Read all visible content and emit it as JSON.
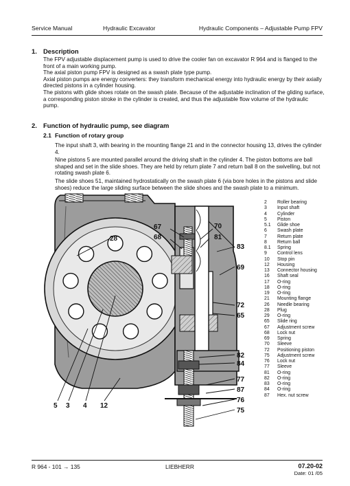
{
  "header": {
    "left": "Service Manual",
    "center": "Hydraulic Excavator",
    "right": "Hydraulic Components – Adjustable Pump FPV"
  },
  "section1": {
    "number": "1.",
    "title": "Description",
    "paragraphs": [
      "The FPV adjustable displacement pump is used to drive the cooler fan on excavator R 964 and is flanged to the front of a main working pump.",
      "The axial piston pump FPV is designed as a swash plate type pump.",
      "Axial piston pumps are energy converters: they transform mechanical energy into hydraulic energy by their axially directed pistons in a cylinder housing.",
      "The pistons with glide shoes rotate on the swash plate. Because of the adjustable inclination of the gliding surface, a corresponding piston stroke in the cylinder is created, and thus the adjustable flow volume of the hydraulic pump."
    ]
  },
  "section2": {
    "number": "2.",
    "title": "Function of hydraulic pump, see diagram",
    "sub": {
      "number": "2.1",
      "title": "Function of rotary group",
      "paragraphs": [
        "The input shaft 3, with bearing in the mounting flange 21 and in the connector housing 13, drives the cylinder 4.",
        "Nine pistons 5 are mounted parallel around the driving shaft in the cylinder 4. The piston bottoms are ball shaped and set in the slide shoes. They are held by return plate 7 and return ball 8 on the swivelling, but not rotating swash plate 6.",
        "The slide shoes 51, maintained hydrostatically on the swash plate 6 (via bore holes in the pistons and slide shoes) reduce the large sliding surface between the slide shoes and the swash plate to a minimum."
      ]
    }
  },
  "diagram_labels": {
    "l67": "67",
    "l70": "70",
    "l68": "68",
    "l81": "81",
    "l28": "28",
    "l83": "83",
    "l69": "69",
    "l72": "72",
    "l65": "65",
    "l82": "82",
    "l84": "84",
    "l77": "77",
    "l87": "87",
    "l76": "76",
    "l75": "75",
    "l5": "5",
    "l3": "3",
    "l4": "4",
    "l12": "12"
  },
  "legend": [
    {
      "num": "2",
      "name": "Roller bearing"
    },
    {
      "num": "3",
      "name": "Input shaft"
    },
    {
      "num": "4",
      "name": "Cylinder"
    },
    {
      "num": "5",
      "name": "Piston"
    },
    {
      "num": "5.1",
      "name": "Glide shoe"
    },
    {
      "num": "6",
      "name": "Swash plate"
    },
    {
      "num": "7",
      "name": "Return plate"
    },
    {
      "num": "8",
      "name": "Return ball"
    },
    {
      "num": "8.1",
      "name": "Spring"
    },
    {
      "num": "9",
      "name": "Control lens"
    },
    {
      "num": "10",
      "name": "Stop pin"
    },
    {
      "num": "12",
      "name": "Housing"
    },
    {
      "num": "13",
      "name": "Connector housing"
    },
    {
      "num": "16",
      "name": "Shaft seal"
    },
    {
      "num": "17",
      "name": "O-ring"
    },
    {
      "num": "18",
      "name": "O-ring"
    },
    {
      "num": "19",
      "name": "O-ring"
    },
    {
      "num": "21",
      "name": "Mounting flange"
    },
    {
      "num": "26",
      "name": "Needle bearing"
    },
    {
      "num": "28",
      "name": "Plug"
    },
    {
      "num": "29",
      "name": "O-ring"
    },
    {
      "num": "65",
      "name": "Slide ring"
    },
    {
      "num": "67",
      "name": "Adjustment screw"
    },
    {
      "num": "68",
      "name": "Lock nut"
    },
    {
      "num": "69",
      "name": "Spring"
    },
    {
      "num": "70",
      "name": "Sleeve"
    },
    {
      "num": "72",
      "name": "Positioning piston"
    },
    {
      "num": "75",
      "name": "Adjustment screw"
    },
    {
      "num": "76",
      "name": "Lock nut"
    },
    {
      "num": "77",
      "name": "Sleeve"
    },
    {
      "num": "81",
      "name": "O-ring"
    },
    {
      "num": "82",
      "name": "O-ring"
    },
    {
      "num": "83",
      "name": "O-ring"
    },
    {
      "num": "84",
      "name": "O-ring"
    },
    {
      "num": "87",
      "name": "Hex. nut screw"
    }
  ],
  "footer": {
    "left": "R 964 - 101 → 135",
    "center": "LIEBHERR",
    "page": "07.20-02",
    "date": "Date: 01 /05"
  }
}
